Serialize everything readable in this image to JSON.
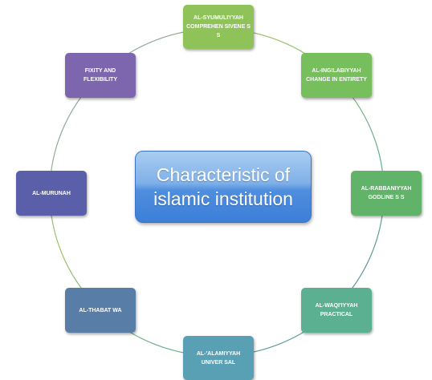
{
  "center": {
    "label": "Characteristic of islamic institution",
    "color": "#4f8ede"
  },
  "nodes": [
    {
      "label": "AL-SYUMULIYYAH COMPREHEN SIVENE S S",
      "color": "#8fc35a"
    },
    {
      "label": "AL-INGILABIYYAH CHANGE  IN ENTIRETY",
      "color": "#77be5c"
    },
    {
      "label": "AL-RABBANIYYAH GODLINE S S",
      "color": "#61b36a"
    },
    {
      "label": "Al-WAQI'IYYAH PRACTICAL",
      "color": "#5bb092"
    },
    {
      "label": "AL-'ALAMIYYAH UNIVER SAL",
      "color": "#5aa0b4"
    },
    {
      "label": "AL-THABAT  WA",
      "color": "#587ea8"
    },
    {
      "label": "AL-MURUNAH",
      "color": "#5b5faa"
    },
    {
      "label": "FIXITY  AND FLEXIBILITY",
      "color": "#7d66ad"
    }
  ]
}
